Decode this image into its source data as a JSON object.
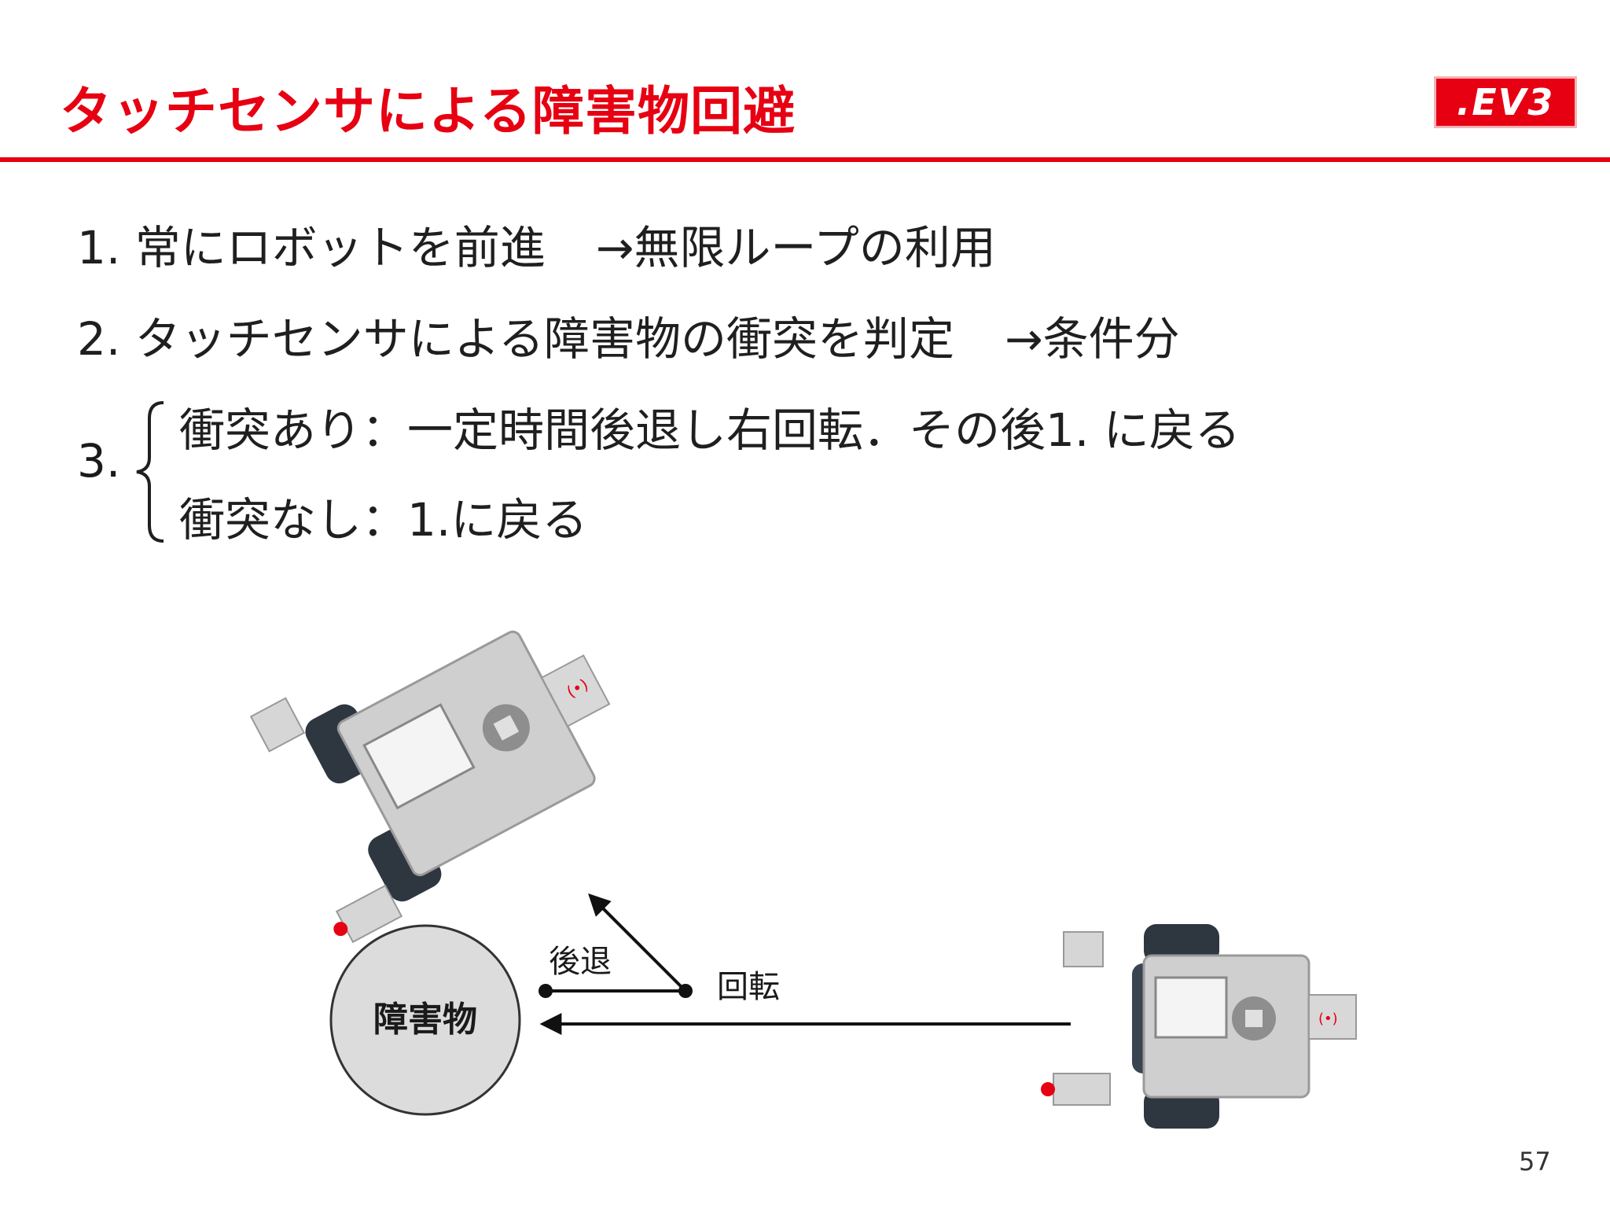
{
  "header": {
    "title": "タッチセンサによる障害物回避",
    "logo_text": ".EV3"
  },
  "steps": {
    "step1": {
      "text": "1. 常にロボットを前進",
      "note": "→無限ループの利用"
    },
    "step2": {
      "text": "2. タッチセンサによる障害物の衝突を判定",
      "note": "→条件分"
    },
    "step3": {
      "number": "3.",
      "branch_yes": "衝突あり：一定時間後退し右回転．その後1. に戻る",
      "branch_no": "衝突なし：1.に戻る"
    }
  },
  "diagram": {
    "obstacle_label": "障害物",
    "reverse_label": "後退",
    "rotate_label": "回転"
  },
  "footer": {
    "page_number": "57"
  },
  "colors": {
    "accent": "#e60012",
    "obstacle_fill": "#dcdcdc"
  }
}
